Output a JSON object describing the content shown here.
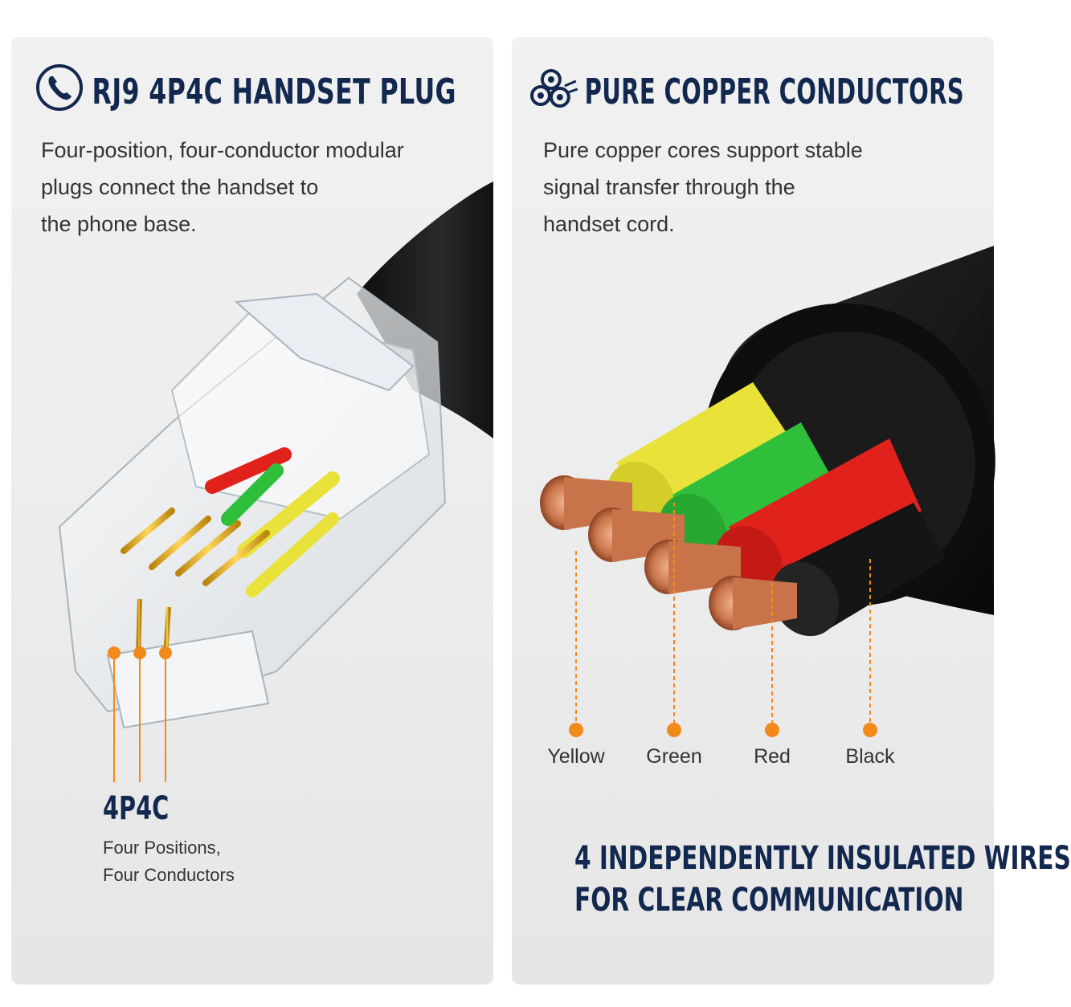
{
  "left": {
    "title": "RJ9 4P4C HANDSET PLUG",
    "icon": "phone-icon",
    "description": [
      "Four-position, four-conductor modular",
      "plugs connect the handset to",
      "the phone base."
    ],
    "spec_title": "4P4C",
    "spec_lines": [
      "Four Positions,",
      "Four Conductors"
    ]
  },
  "right": {
    "title": "PURE COPPER CONDUCTORS",
    "icon": "copper-coils-icon",
    "description": [
      "Pure copper cores support stable",
      "signal transfer through the",
      "handset cord."
    ],
    "wires": [
      {
        "label": "Yellow",
        "color": "#e8e23a"
      },
      {
        "label": "Green",
        "color": "#2fbf3a"
      },
      {
        "label": "Red",
        "color": "#e0211c"
      },
      {
        "label": "Black",
        "color": "#1c1c1c"
      }
    ],
    "bottom_lines": [
      "4 INDEPENDENTLY INSULATED WIRES",
      "FOR CLEAR COMMUNICATION"
    ]
  },
  "colors": {
    "navy": "#13284f",
    "accent": "#f28a1a",
    "copper": "#c8734a",
    "gold": "#e0a81e"
  }
}
